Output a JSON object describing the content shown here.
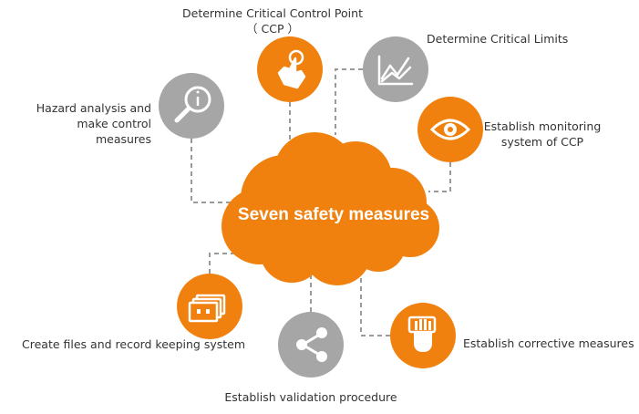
{
  "title": "Seven safety measures",
  "colors": {
    "orange": "#F0810F",
    "gray": "#A6A6A6",
    "connector": "#9A9A9A",
    "icon_fg": "#FFFFFF",
    "text": "#333333"
  },
  "nodes": [
    {
      "id": "hazard",
      "label_line1": "Hazard analysis and",
      "label_line2": "make control measures",
      "color": "gray",
      "icon": "magnifier-info-icon"
    },
    {
      "id": "ccp",
      "label_line1": "Determine Critical Control Point",
      "label_line2": "（ CCP ）",
      "color": "orange",
      "icon": "touch-hand-icon"
    },
    {
      "id": "limits",
      "label_line1": "Determine Critical Limits",
      "label_line2": "",
      "color": "gray",
      "icon": "line-chart-icon"
    },
    {
      "id": "monitoring",
      "label_line1": "Establish monitoring",
      "label_line2": "system of CCP",
      "color": "orange",
      "icon": "eye-icon"
    },
    {
      "id": "corrective",
      "label_line1": "Establish corrective measures",
      "label_line2": "",
      "color": "orange",
      "icon": "hand-stop-icon"
    },
    {
      "id": "validation",
      "label_line1": "Establish validation procedure",
      "label_line2": "",
      "color": "gray",
      "icon": "share-icon"
    },
    {
      "id": "files",
      "label_line1": "Create files and record keeping system",
      "label_line2": "",
      "color": "orange",
      "icon": "folders-icon"
    }
  ]
}
